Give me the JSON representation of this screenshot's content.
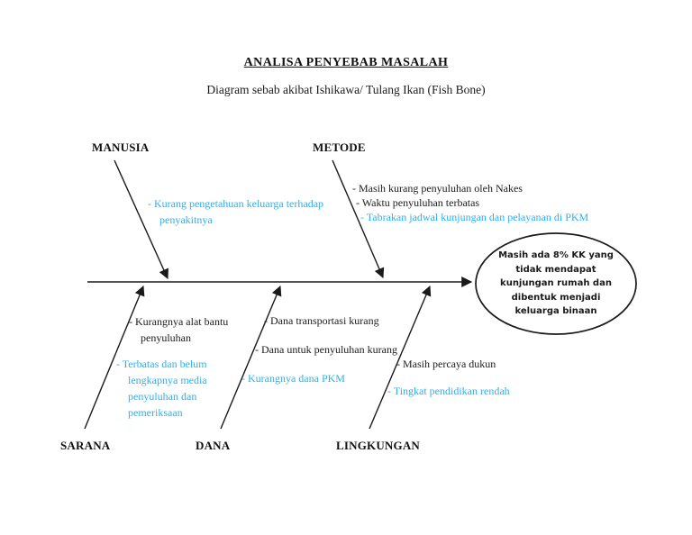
{
  "header": {
    "title": "ANALISA PENYEBAB MASALAH",
    "subtitle": "Diagram sebab akibat Ishikawa/ Tulang Ikan (Fish Bone)"
  },
  "colors": {
    "ink": "#1b1b1b",
    "highlight_blue": "#2fb0e4",
    "background": "#ffffff"
  },
  "diagram": {
    "type": "fishbone",
    "categories": {
      "manusia": {
        "label": "MANUSIA"
      },
      "metode": {
        "label": "METODE"
      },
      "sarana": {
        "label": "SARANA"
      },
      "dana": {
        "label": "DANA"
      },
      "lingkungan": {
        "label": "LINGKUNGAN"
      }
    },
    "causes": {
      "manusia_1": {
        "color": "blue",
        "lines": [
          "- Kurang pengetahuan keluarga terhadap",
          "penyakitnya"
        ]
      },
      "metode_1": {
        "color": "black",
        "lines": [
          "- Masih kurang penyuluhan oleh Nakes"
        ]
      },
      "metode_2": {
        "color": "black",
        "lines": [
          "- Waktu penyuluhan terbatas"
        ]
      },
      "metode_3": {
        "color": "blue",
        "lines": [
          "- Tabrakan jadwal kunjungan dan pelayanan di PKM"
        ]
      },
      "sarana_1": {
        "color": "black",
        "lines": [
          "- Kurangnya alat bantu",
          "penyuluhan"
        ]
      },
      "sarana_2": {
        "color": "blue",
        "lines": [
          "- Terbatas dan belum",
          "lengkapnya media",
          "penyuluhan dan",
          "pemeriksaan"
        ]
      },
      "dana_1": {
        "color": "black",
        "lines": [
          "- Dana transportasi kurang"
        ]
      },
      "dana_2": {
        "color": "black",
        "lines": [
          "- Dana untuk penyuluhan kurang"
        ]
      },
      "dana_3": {
        "color": "blue",
        "lines": [
          "- Kurangnya dana PKM"
        ]
      },
      "lingkungan_1": {
        "color": "black",
        "lines": [
          "- Masih percaya dukun"
        ]
      },
      "lingkungan_2": {
        "color": "blue",
        "lines": [
          "- Tingkat pendidikan rendah"
        ]
      }
    },
    "effect": {
      "lines": [
        "Masih ada 8% KK yang",
        "tidak mendapat",
        "kunjungan rumah dan",
        "dibentuk menjadi",
        "keluarga binaan"
      ]
    }
  }
}
